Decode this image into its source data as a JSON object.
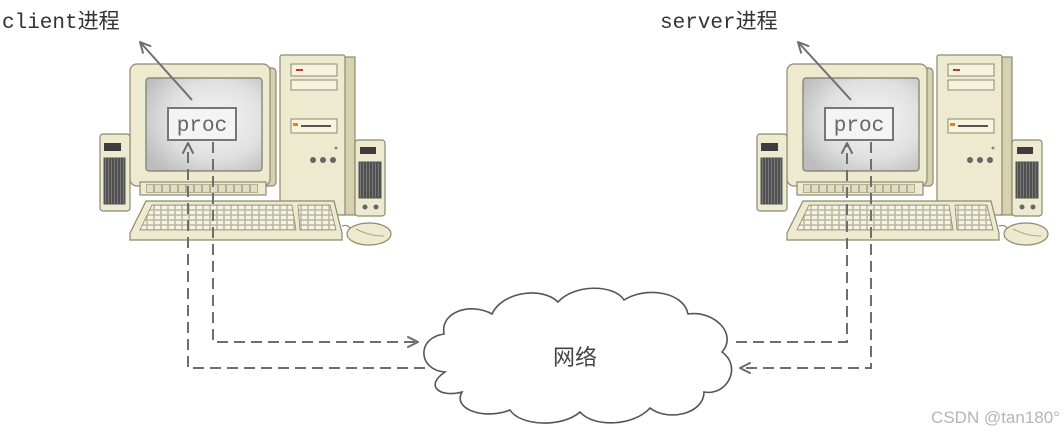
{
  "labels": {
    "client_process": "client进程",
    "server_process": "server进程",
    "network": "网络",
    "watermark": "CSDN @tan180°"
  },
  "client": {
    "proc_label": "proc"
  },
  "server": {
    "proc_label": "proc"
  },
  "colors": {
    "line": "#6e6e6e",
    "text": "#333333",
    "computer_body": "#eeead0",
    "watermark": "#b5b5b5"
  }
}
